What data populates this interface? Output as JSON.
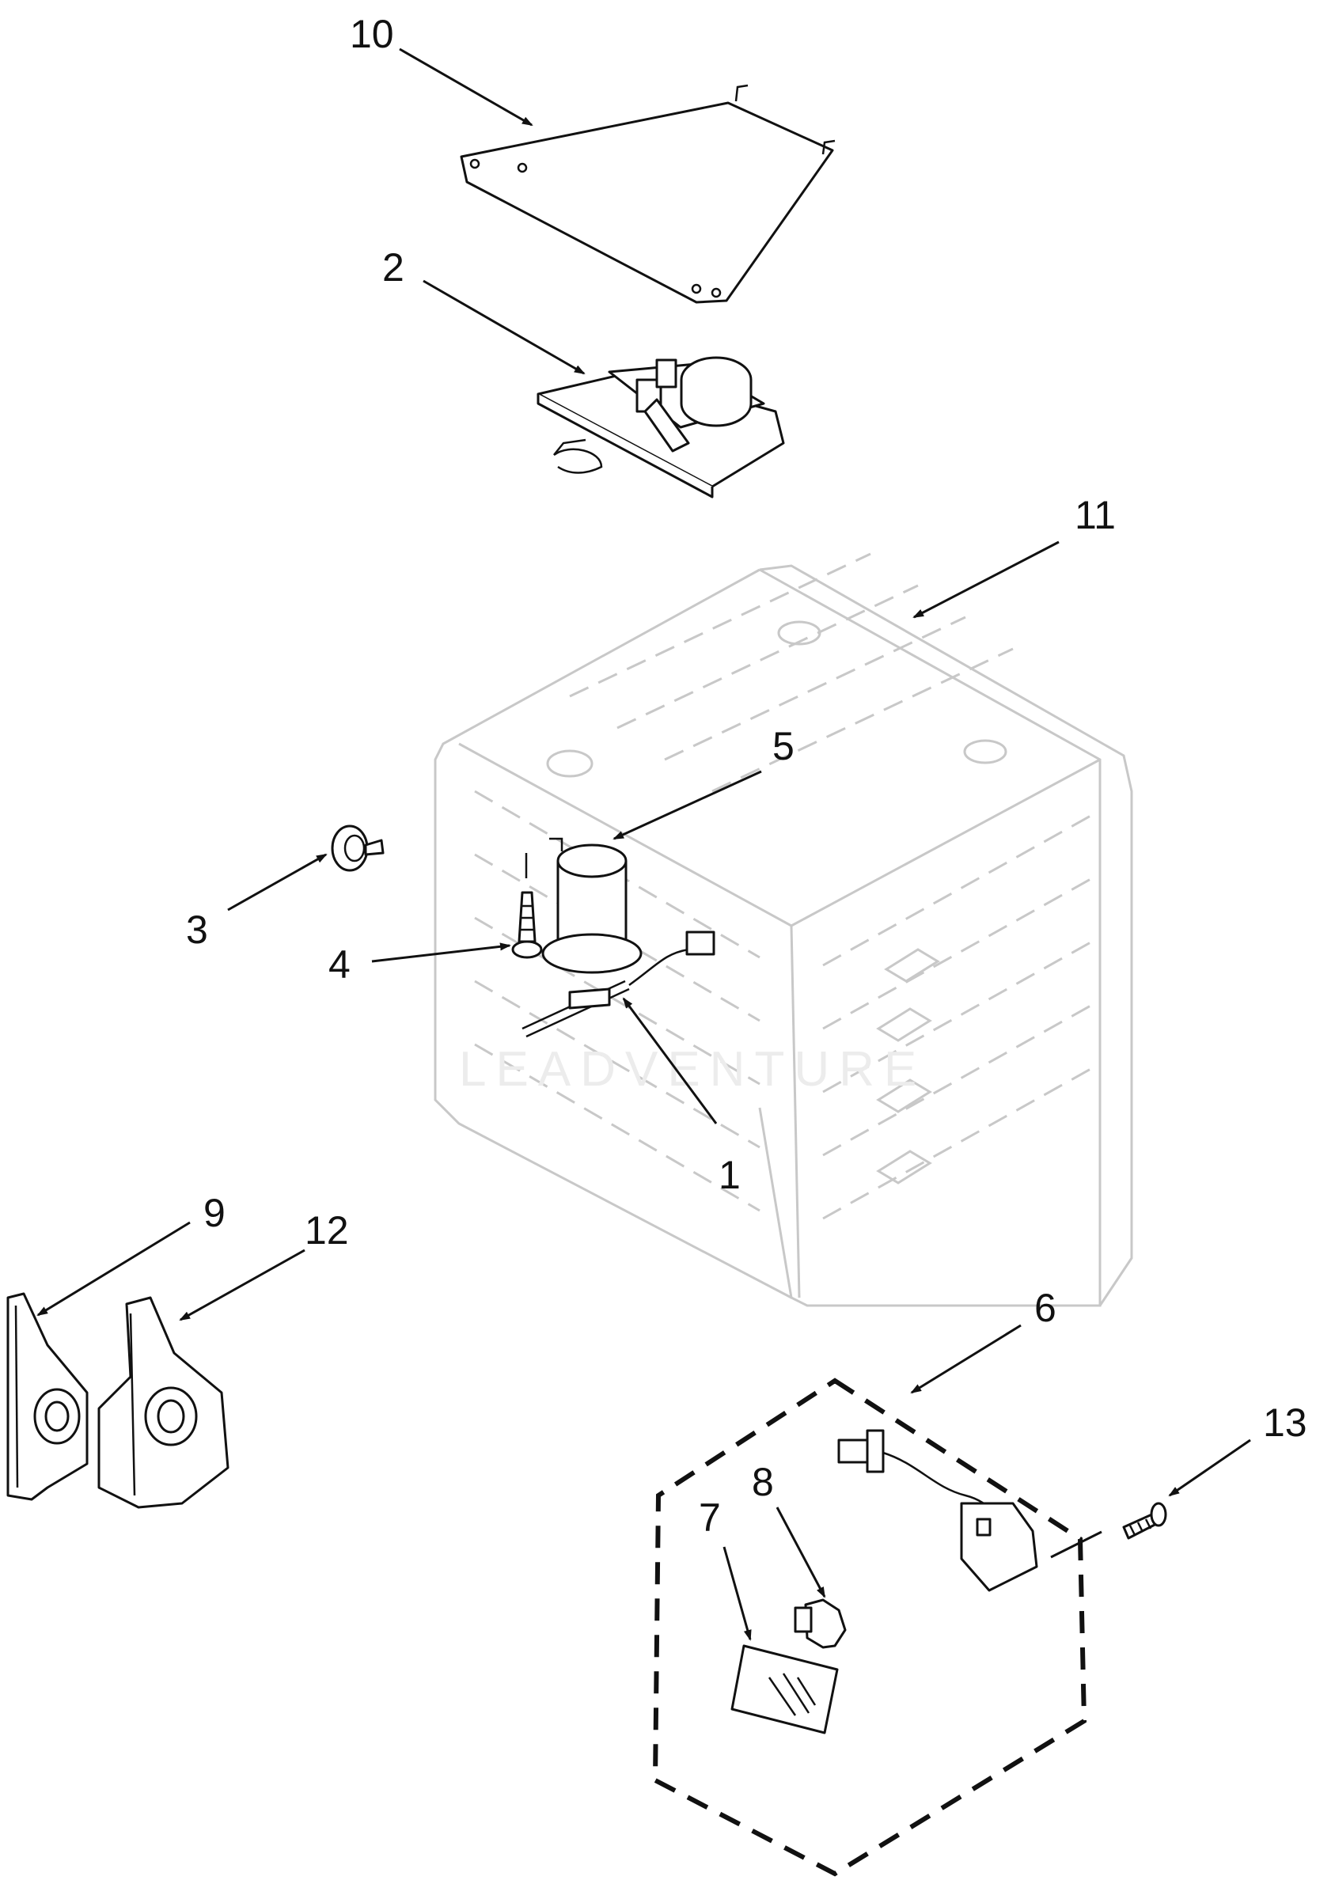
{
  "watermark": "LEADVENTURE",
  "callouts": [
    {
      "id": "c1",
      "text": "1"
    },
    {
      "id": "c2",
      "text": "2"
    },
    {
      "id": "c3",
      "text": "3"
    },
    {
      "id": "c4",
      "text": "4"
    },
    {
      "id": "c5",
      "text": "5"
    },
    {
      "id": "c6",
      "text": "6"
    },
    {
      "id": "c7",
      "text": "7"
    },
    {
      "id": "c8",
      "text": "8"
    },
    {
      "id": "c9",
      "text": "9"
    },
    {
      "id": "c10",
      "text": "10"
    },
    {
      "id": "c11",
      "text": "11"
    },
    {
      "id": "c12",
      "text": "12"
    },
    {
      "id": "c13",
      "text": "13"
    }
  ],
  "colors": {
    "line": "#111111",
    "ghost": "#c8c8c8",
    "background": "#ffffff"
  }
}
